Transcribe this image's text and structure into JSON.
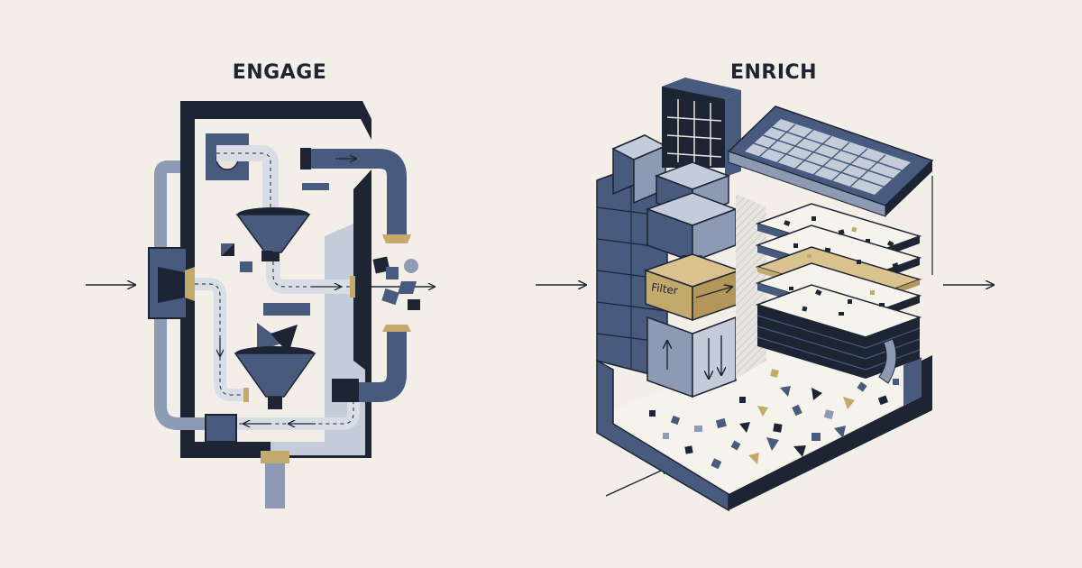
{
  "left_panel": {
    "title": "ENGAGE"
  },
  "right_panel": {
    "title": "ENRICH",
    "filter_label": "Filter"
  },
  "colors": {
    "background": "#f3efe8",
    "navy": "#1d2433",
    "slate": "#485a7d",
    "light_slate": "#8d9ab3",
    "pale": "#c5ccd9",
    "gold": "#c4a96d"
  }
}
